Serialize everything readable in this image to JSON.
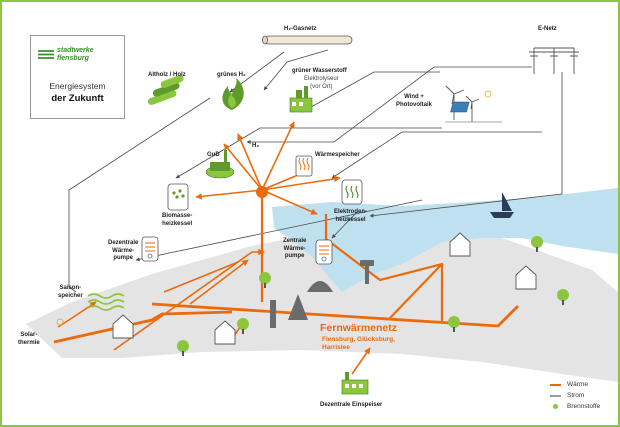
{
  "logo": {
    "brand": "stadtwerke\nflensburg",
    "line1": "Energiesystem",
    "line2": "der Zukunft"
  },
  "labels": {
    "h2_gasnetz": "H₂-Gasnetz",
    "e_netz": "E-Netz",
    "altholz": "Altholz / Holz",
    "gruenes_h2": "grünes H₂",
    "gruener_wasserstoff": "grüner Wasserstoff",
    "elektrolyseur": "Elektrolyseur\n(vor Ort)",
    "wind_pv": "Wind +\nPhotovoltaik",
    "gud": "GuD",
    "h2_small": "H₂",
    "waermespeicher": "Wärmespeicher",
    "biomasse": "Biomasse-\nheizkessel",
    "elektroden": "Elektroden-\nheizkessel",
    "dezentrale_wp": "Dezentrale\nWärme-\npumpe",
    "zentrale_wp": "Zentrale\nWärme-\npumpe",
    "saisonspeicher": "Saison-\nspeicher",
    "solarthermie": "Solar-\nthermie",
    "dezentrale_einspeiser": "Dezentrale Einspeiser"
  },
  "network": {
    "title": "Fernwärmenetz",
    "subtitle": "Flensburg, Glücksburg,\nHarrislee"
  },
  "legend": [
    {
      "key": "line",
      "color": "#ec6a0c",
      "label": "Wärme"
    },
    {
      "key": "line",
      "color": "#9a9a9a",
      "label": "Strom"
    },
    {
      "key": "dot",
      "color": "#8cc63f",
      "label": "Brennstoffe"
    }
  ],
  "colors": {
    "heat": "#ec6a0c",
    "power": "#4a4a4a",
    "fuel": "#8cc63f",
    "water": "#bfe0ef",
    "land": "#e4e4e4",
    "frame": "#8cc63f"
  },
  "icons": [
    "wood-logs-icon",
    "flame-icon",
    "electrolyser-icon",
    "wind-turbine-icon",
    "solar-panel-icon",
    "power-pylon-icon",
    "gas-pipe-icon",
    "gud-plant-icon",
    "heat-storage-icon",
    "biomass-boiler-icon",
    "electrode-boiler-icon",
    "heat-pump-icon",
    "seasonal-storage-icon",
    "solar-thermal-icon",
    "house-icon",
    "tree-icon",
    "sailboat-icon",
    "factory-icon",
    "water-tower-icon"
  ]
}
